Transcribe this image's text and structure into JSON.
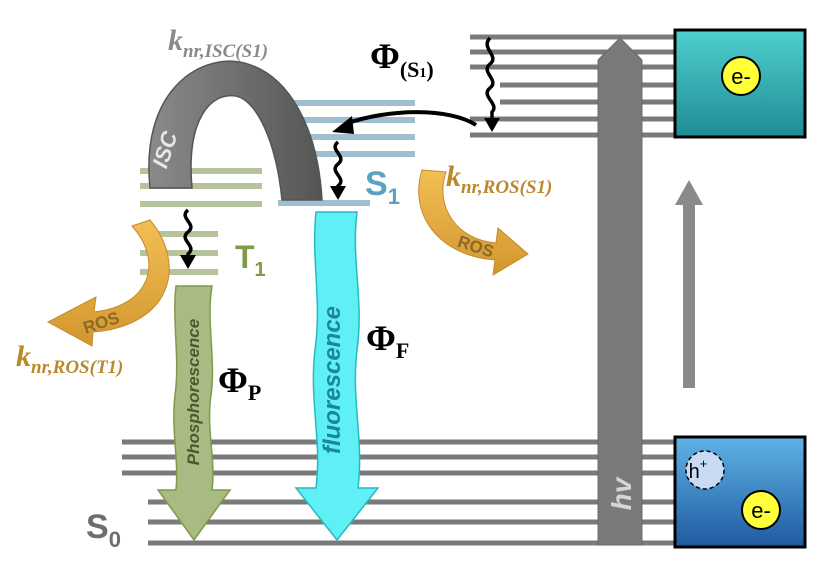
{
  "labels": {
    "k_isc_main": "k",
    "k_isc_sub": "nr,ISC(S1)",
    "phi_s1_main": "Φ",
    "phi_s1_sub_open": "(S",
    "phi_s1_sub_num": "1",
    "phi_s1_sub_close": ")",
    "isc": "ISC",
    "s1_main": "S",
    "s1_sub": "1",
    "t1_main": "T",
    "t1_sub": "1",
    "s0_main": "S",
    "s0_sub": "0",
    "k_ros_s1_main": "k",
    "k_ros_s1_sub": "nr,ROS(S1)",
    "ros_right": "ROS",
    "ros_left": "ROS",
    "k_ros_t1_main": "k",
    "k_ros_t1_sub": "nr,ROS(T1)",
    "phosphorescence": "Phosphorescence",
    "fluorescence": "fluorescence",
    "phi_p_main": "Φ",
    "phi_p_sub": "P",
    "phi_f_main": "Φ",
    "phi_f_sub": "F",
    "hv": "hv",
    "electron_top": "e-",
    "electron_bottom": "e-",
    "hole_main": "h",
    "hole_sup": "+"
  },
  "colors": {
    "s1_levels": "#9dbfd0",
    "s1_label": "#5aa2c0",
    "t1_levels": "#b7c39a",
    "t1_label": "#7f9a4a",
    "ground_levels": "#7a7a7a",
    "fluorescence_fill": "#5ff0f5",
    "phosphorescence_fill": "#a7bb82",
    "ros_fill": "#e3a840",
    "k_ros_text": "#b9892c",
    "isc_arc": "#6d6d6d",
    "hv_arrow": "#7a7a7a",
    "cb_box_top": "#4dc6c6",
    "vb_box_top": "#5aa9dc",
    "electron_fill": "#ffff3a"
  }
}
